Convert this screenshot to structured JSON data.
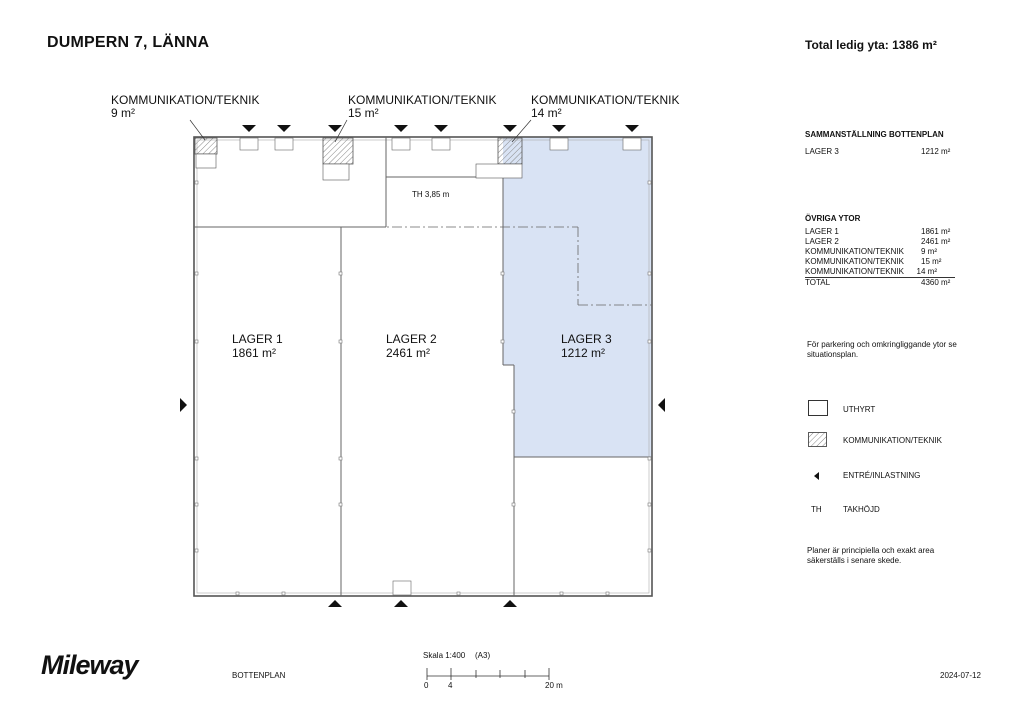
{
  "header": {
    "title": "DUMPERN 7, LÄNNA",
    "total": "Total ledig yta: 1386 m²"
  },
  "callouts": [
    {
      "name": "KOMMUNIKATION/TEKNIK",
      "area": "9 m²"
    },
    {
      "name": "KOMMUNIKATION/TEKNIK",
      "area": "15 m²"
    },
    {
      "name": "KOMMUNIKATION/TEKNIK",
      "area": "14 m²"
    }
  ],
  "rooms": [
    {
      "name": "LAGER 1",
      "area": "1861 m²"
    },
    {
      "name": "LAGER 2",
      "area": "2461 m²"
    },
    {
      "name": "LAGER 3",
      "area": "1212 m²"
    }
  ],
  "ceiling_label": "TH 3,85 m",
  "summary": {
    "heading": "SAMMANSTÄLLNING BOTTENPLAN",
    "rows": [
      {
        "name": "LAGER 3",
        "value": "1212 m²"
      }
    ]
  },
  "other": {
    "heading": "ÖVRIGA YTOR",
    "rows": [
      {
        "name": "LAGER 1",
        "value": "1861 m²"
      },
      {
        "name": "LAGER 2",
        "value": "2461 m²"
      },
      {
        "name": "KOMMUNIKATION/TEKNIK",
        "value": "9 m²"
      },
      {
        "name": "KOMMUNIKATION/TEKNIK",
        "value": "15 m²"
      },
      {
        "name": "KOMMUNIKATION/TEKNIK",
        "value": "14 m²"
      }
    ],
    "total": {
      "name": "TOTAL",
      "value": "4360 m²"
    }
  },
  "parking_note": "För parkering och omkringliggande ytor se situationsplan.",
  "legend": {
    "uthyrt": "UTHYRT",
    "kommunikation": "KOMMUNIKATION/TEKNIK",
    "entre": "ENTRÉ/INLASTNING",
    "th_abbr": "TH",
    "th_label": "TAKHÖJD"
  },
  "disclaimer": "Planer är principiella och exakt area säkerställs i senare skede.",
  "footer": {
    "logo": "Mileway",
    "plan": "BOTTENPLAN",
    "scale": "Skala 1:400",
    "paper": "(A3)",
    "scale_start": "0",
    "scale_mid": "4",
    "scale_end": "20 m",
    "date": "2024-07-12"
  },
  "colors": {
    "available_fill": "#d9e3f4",
    "line": "#555555",
    "hatch": "#888888"
  },
  "icons": [
    "entrance-arrow-icon",
    "hatch-pattern"
  ]
}
